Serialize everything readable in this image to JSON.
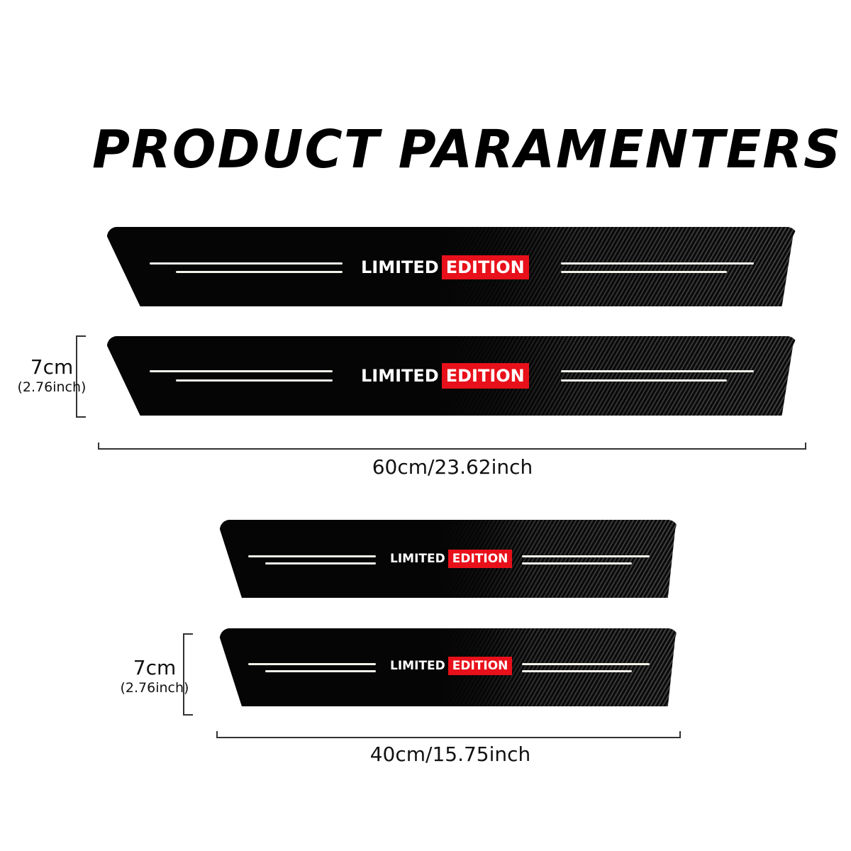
{
  "title": {
    "word1": "PRODUCT",
    "word2": "PARAMENTERS"
  },
  "colors": {
    "badge_red": "#e8101a",
    "sill_black": "#050505",
    "stripe_white": "#f4f1ea"
  },
  "large_set": {
    "size_label": "60cm/23.62inch",
    "height_label": "7cm",
    "height_sub": "(2.76inch)",
    "sills": [
      {
        "badge_left": "LIMITED",
        "badge_right": "EDITION"
      },
      {
        "badge_left": "LIMITED",
        "badge_right": "EDITION"
      }
    ]
  },
  "small_set": {
    "size_label": "40cm/15.75inch",
    "height_label": "7cm",
    "height_sub": "(2.76inch)",
    "sills": [
      {
        "badge_left": "LIMITED",
        "badge_right": "EDITION"
      },
      {
        "badge_left": "LIMITED",
        "badge_right": "EDITION"
      }
    ]
  }
}
